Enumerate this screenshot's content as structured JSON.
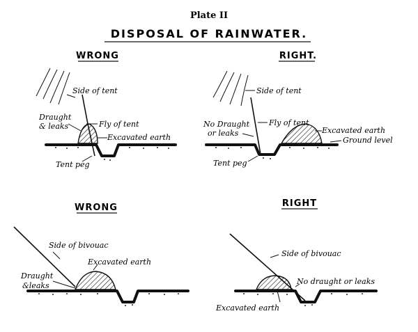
{
  "plate_number": "Plate II",
  "title": "DISPOSAL OF RAINWATER.",
  "panels": {
    "top_left": {
      "heading": "WRONG",
      "labels": {
        "side_of_tent": "Side of tent",
        "fly_of_tent": "Fly of tent",
        "draught_leaks_1": "Draught",
        "draught_leaks_2": "& leaks",
        "excavated_earth": "Excavated earth",
        "tent_peg": "Tent peg"
      }
    },
    "top_right": {
      "heading": "RIGHT.",
      "labels": {
        "side_of_tent": "Side of tent",
        "fly_of_tent": "Fly of tent",
        "no_draught_1": "No Draught",
        "no_draught_2": "or leaks",
        "excavated_earth": "Excavated earth",
        "ground_level": "Ground level",
        "tent_peg": "Tent peg"
      }
    },
    "bottom_left": {
      "heading": "WRONG",
      "labels": {
        "side_of_bivouac": "Side of bivouac",
        "excavated_earth": "Excavated earth",
        "draught_leaks_1": "Draught",
        "draught_leaks_2": "&leaks"
      }
    },
    "bottom_right": {
      "heading": "RIGHT",
      "labels": {
        "side_of_bivouac": "Side of bivouac",
        "no_draught": "No draught or leaks",
        "excavated_earth": "Excavated earth"
      }
    }
  }
}
